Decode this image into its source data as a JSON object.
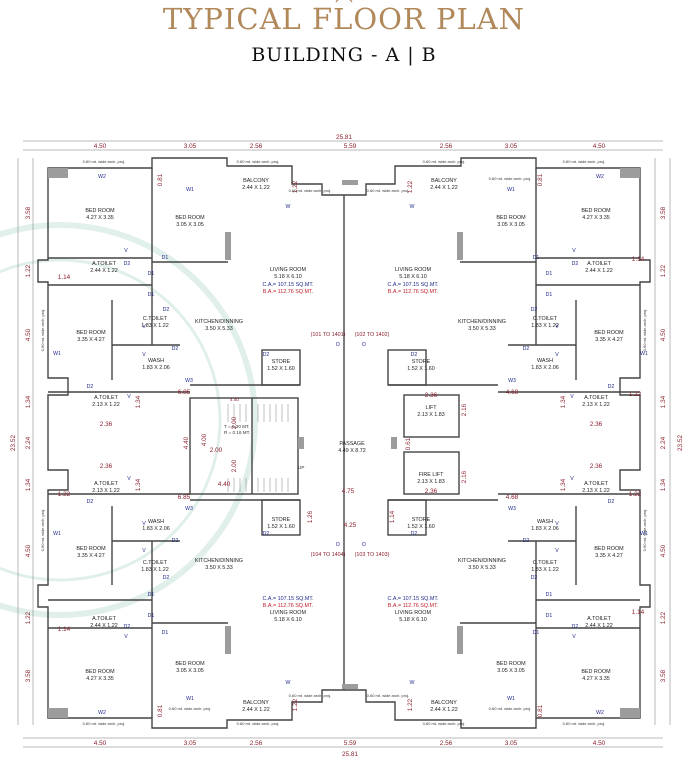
{
  "header": {
    "title": "TYPICAL FLOOR PLAN",
    "subtitle": "BUILDING - A | B"
  },
  "dimensions": {
    "total_width": "25.81",
    "total_height": "23.52",
    "top_segments": [
      "4.50",
      "3.05",
      "2.56",
      "5.59",
      "2.56",
      "3.05",
      "4.50"
    ],
    "side_segments": [
      "3.58",
      "1.22",
      "4.50",
      "1.34",
      "2.24",
      "1.34",
      "4.50",
      "1.22",
      "3.58"
    ],
    "misc": {
      "d_081": "0.81",
      "d_122": "1.22",
      "d_114": "1.14",
      "d_236": "2.36",
      "d_216": "2.16",
      "d_685": "6.85",
      "d_468": "4.68",
      "d_475": "4.75",
      "d_425": "4.25",
      "d_126": "1.26",
      "d_440": "4.40",
      "d_400": "4.00",
      "d_200": "2.00",
      "d_061": "0.61"
    }
  },
  "labels": {
    "arch_proj": "0.60 mt. wide arch. proj.",
    "ca": "C.A.= 107.15 SQ.MT.",
    "ba": "B.A.= 112.76 SQ.MT.",
    "flats_tl": "(101 TO 1401)",
    "flats_tr": "(102 TO 1402)",
    "flats_bl": "(104 TO 1404)",
    "flats_br": "(103 TO 1403)",
    "tread": "T = 0.30 MT.",
    "riser": "R = 0.16 MT.",
    "up": "UP"
  },
  "rooms": {
    "bedroom": {
      "name": "BED ROOM",
      "size": "4.27 X 3.35"
    },
    "bedroom2": {
      "name": "BED ROOM",
      "size": "3.05 X 3.05"
    },
    "bedroom3": {
      "name": "BED ROOM",
      "size": "3.35 X 4.27"
    },
    "balcony": {
      "name": "BALCONY",
      "size": "2.44 X 1.22"
    },
    "living": {
      "name": "LIVING ROOM",
      "size": "5.18 X 6.10"
    },
    "atoilet": {
      "name": "A.TOILET",
      "size": "2.44 X 1.22"
    },
    "atoilet2": {
      "name": "A.TOILET",
      "size": "2.13 X 1.22"
    },
    "ctoilet": {
      "name": "C.TOILET",
      "size": "1.83 X 1.22"
    },
    "kitchen": {
      "name": "KITCHEN/DINNING",
      "size": "3.50 X 5.33"
    },
    "wash": {
      "name": "WASH",
      "size": "1.83 X 2.06"
    },
    "store": {
      "name": "STORE",
      "size": "1.52 X 1.60"
    },
    "lift": {
      "name": "LIFT",
      "size": "2.13 X 1.83"
    },
    "firelift": {
      "name": "FIRE LIFT",
      "size": "2.13 X 1.83"
    },
    "passage": {
      "name": "PASSAGE",
      "size": "4.49 X 8.72"
    }
  },
  "tags": {
    "w1": "W1",
    "w2": "W2",
    "w3": "W3",
    "w": "W",
    "d": "D",
    "d1": "D1",
    "d2": "D2",
    "v": "V"
  },
  "colors": {
    "title": "#b0885a",
    "wall": "#444444",
    "dim": "#8a1f2b",
    "tag": "#1f2a8a",
    "area": "#c0202a",
    "watermark": "#c8e3da"
  }
}
